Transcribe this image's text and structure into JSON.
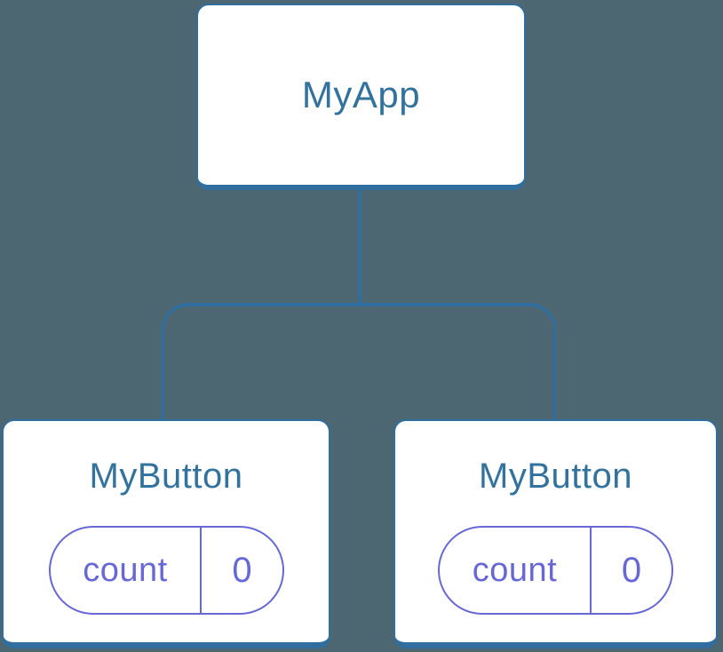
{
  "colors": {
    "background": "#4C6772",
    "node_border": "#2F6E9E",
    "node_background": "#FFFFFF",
    "node_label": "#33729C",
    "connector": "#2F6E9E",
    "state_border": "#6767D6",
    "state_text": "#6767D6"
  },
  "tree": {
    "root": {
      "label": "MyApp"
    },
    "children": [
      {
        "label": "MyButton",
        "state": {
          "name": "count",
          "value": "0"
        }
      },
      {
        "label": "MyButton",
        "state": {
          "name": "count",
          "value": "0"
        }
      }
    ]
  }
}
